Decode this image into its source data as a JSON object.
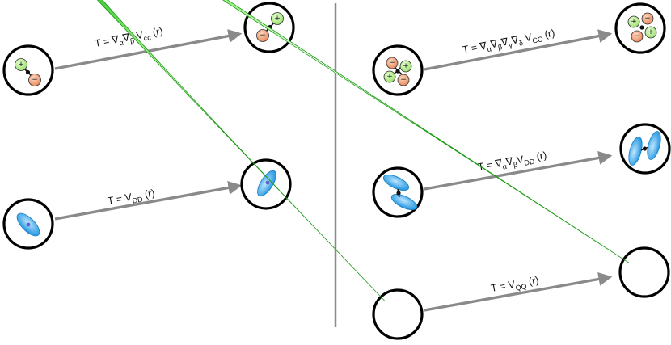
{
  "colors": {
    "positive_fill": "#b6f08a",
    "negative_fill": "#f0a27a",
    "dipole_fill": "#3aa8ea",
    "quadrupole_fill": "#3ccc2a",
    "arrow": "#8a8a8a",
    "divider": "#8a8a8a"
  },
  "glyphs": {
    "plus": "+",
    "minus": "−",
    "nabla": "∇"
  },
  "labels": {
    "charge_dipole": {
      "main": "T = ∇",
      "s1": "α",
      "m2": "∇",
      "s2": "β",
      "m3": " V",
      "s3": "cc",
      "m4": " (r)"
    },
    "dipole_dipole": {
      "main": "T = V",
      "s1": "DD",
      "m2": " (r)"
    },
    "charge_quad": {
      "main": "T = ∇",
      "s1": "α",
      "m2": "∇",
      "s2": "β",
      "m3": "∇",
      "s3": "γ",
      "m4": "∇",
      "s4": "δ",
      "m5": " V",
      "s5": "CC",
      "m6": " (r)"
    },
    "dd_tensor": {
      "main": "T = ∇",
      "s1": "α",
      "m2": "∇",
      "s2": "β",
      "m3": "V",
      "s3": "DD",
      "m4": " (r)"
    },
    "quad_quad": {
      "main": "T = V",
      "s1": "QQ",
      "m2": " (r)"
    }
  }
}
